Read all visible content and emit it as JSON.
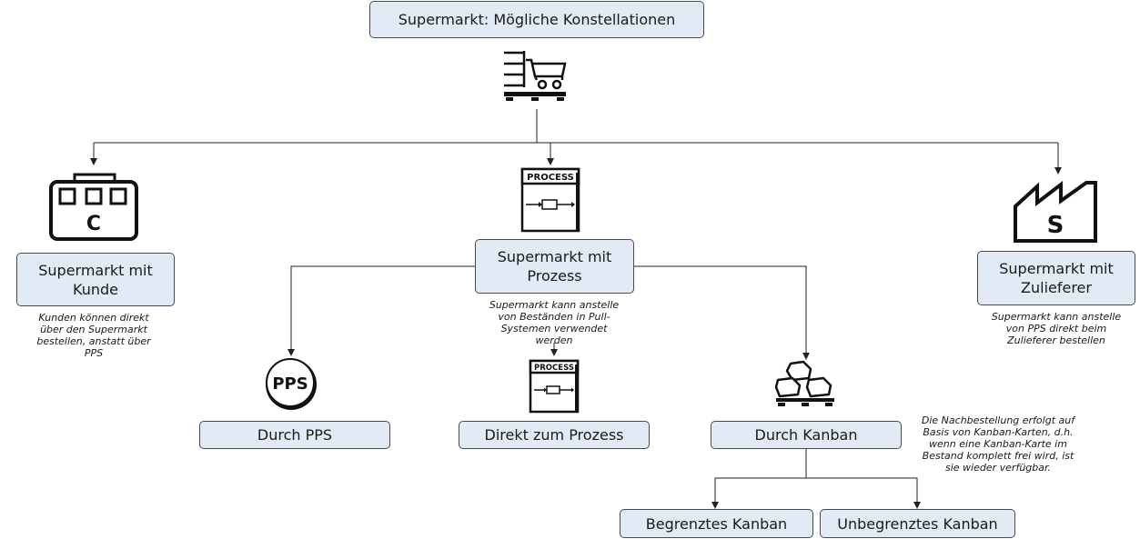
{
  "title": "Supermarkt: Mögliche Konstellationen",
  "nodes": {
    "kunde": {
      "label": "Supermarkt mit Kunde",
      "note": "Kunden können direkt über den Supermarkt bestellen, anstatt über PPS"
    },
    "prozess": {
      "label": "Supermarkt mit Prozess",
      "note": "Supermarkt kann anstelle von Beständen in Pull-Systemen verwendet werden"
    },
    "zulieferer": {
      "label": "Supermarkt mit Zulieferer",
      "note": "Supermarkt kann anstelle von PPS direkt beim Zulieferer bestellen"
    },
    "pps": {
      "label": "Durch PPS"
    },
    "direkt": {
      "label": "Direkt zum Prozess"
    },
    "kanban": {
      "label": "Durch Kanban",
      "note": "Die Nachbestellung erfolgt auf Basis von Kanban-Karten, d.h. wenn eine Kanban-Karte im Bestand komplett frei wird, ist sie wieder verfügbar."
    },
    "begrenzt": {
      "label": "Begrenztes Kanban"
    },
    "unbegrenzt": {
      "label": "Unbegrenztes Kanban"
    }
  },
  "icons": {
    "supermarket": "supermarket-icon",
    "customer": "customer-icon",
    "process": "process-icon",
    "supplier": "supplier-icon",
    "pps": "pps-icon",
    "kanban": "kanban-icon"
  },
  "icon_text": {
    "customer_letter": "C",
    "supplier_letter": "S",
    "process_label": "PROCESS",
    "pps_label": "PPS"
  },
  "colors": {
    "box_fill": "#e2ebf5",
    "box_border": "#4a4a4a",
    "line": "#222222"
  }
}
